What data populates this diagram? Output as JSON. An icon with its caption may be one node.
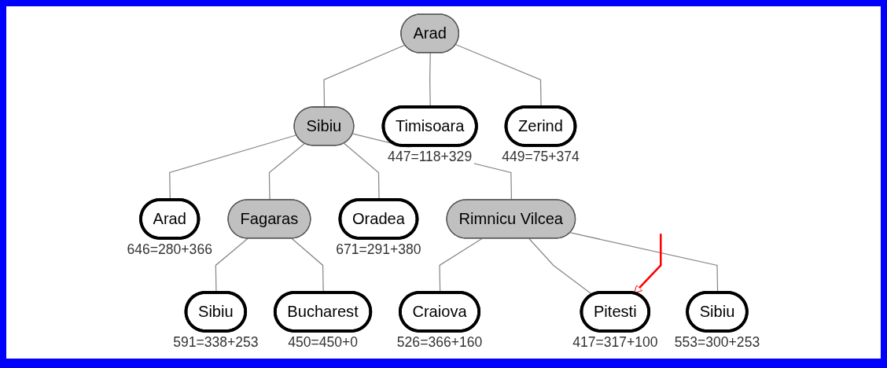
{
  "diagram": {
    "nodes": [
      {
        "text": [
          "Arad"
        ]
      },
      {
        "text": [
          "Sibiu"
        ]
      },
      {
        "text": [
          "Timisoara"
        ],
        "beside": [
          "447=118+329"
        ]
      },
      {
        "text": [
          "Zerind"
        ],
        "beside": [
          "449=75+374"
        ]
      },
      {
        "text": [
          "Arad"
        ],
        "beside": [
          "646=280+366"
        ]
      },
      {
        "text": [
          "Fagaras"
        ]
      },
      {
        "text": [
          "Oradea"
        ],
        "beside": [
          "671=291+380"
        ]
      },
      {
        "text": [
          "Rimnicu Vilcea"
        ]
      },
      {
        "text": [
          "Sibiu"
        ],
        "beside": [
          "591=338+253"
        ]
      },
      {
        "text": [
          "Bucharest"
        ],
        "beside": [
          "450=450+0"
        ]
      },
      {
        "text": [
          "Craiova"
        ],
        "beside": [
          "526=366+160"
        ]
      },
      {
        "text": [
          "Pitesti"
        ],
        "beside": [
          "417=317+100"
        ]
      },
      {
        "text": [
          "Sibiu"
        ],
        "beside": [
          "553=300+253"
        ]
      }
    ],
    "edges": [
      {
        "from": 0,
        "to": 1,
        "arrow": "none"
      },
      {
        "from": 0,
        "to": 2,
        "arrow": "none"
      },
      {
        "from": 0,
        "to": 3,
        "arrow": "none"
      },
      {
        "from": 1,
        "to": 4,
        "arrow": "none"
      },
      {
        "from": 1,
        "to": 5,
        "arrow": "none"
      },
      {
        "from": 1,
        "to": 6,
        "arrow": "none"
      },
      {
        "from": 1,
        "to": 7,
        "arrow": "none"
      },
      {
        "from": 5,
        "to": 8,
        "arrow": "none"
      },
      {
        "from": 5,
        "to": 9,
        "arrow": "none"
      },
      {
        "from": 7,
        "to": 10,
        "arrow": "none"
      },
      {
        "from": 7,
        "to": 11,
        "arrow": "none"
      },
      {
        "from": 7,
        "to": 12,
        "arrow": "none"
      },
      {
        "from": null,
        "to": 11,
        "arrow": "to",
        "color": "#ff0000"
      }
    ]
  }
}
